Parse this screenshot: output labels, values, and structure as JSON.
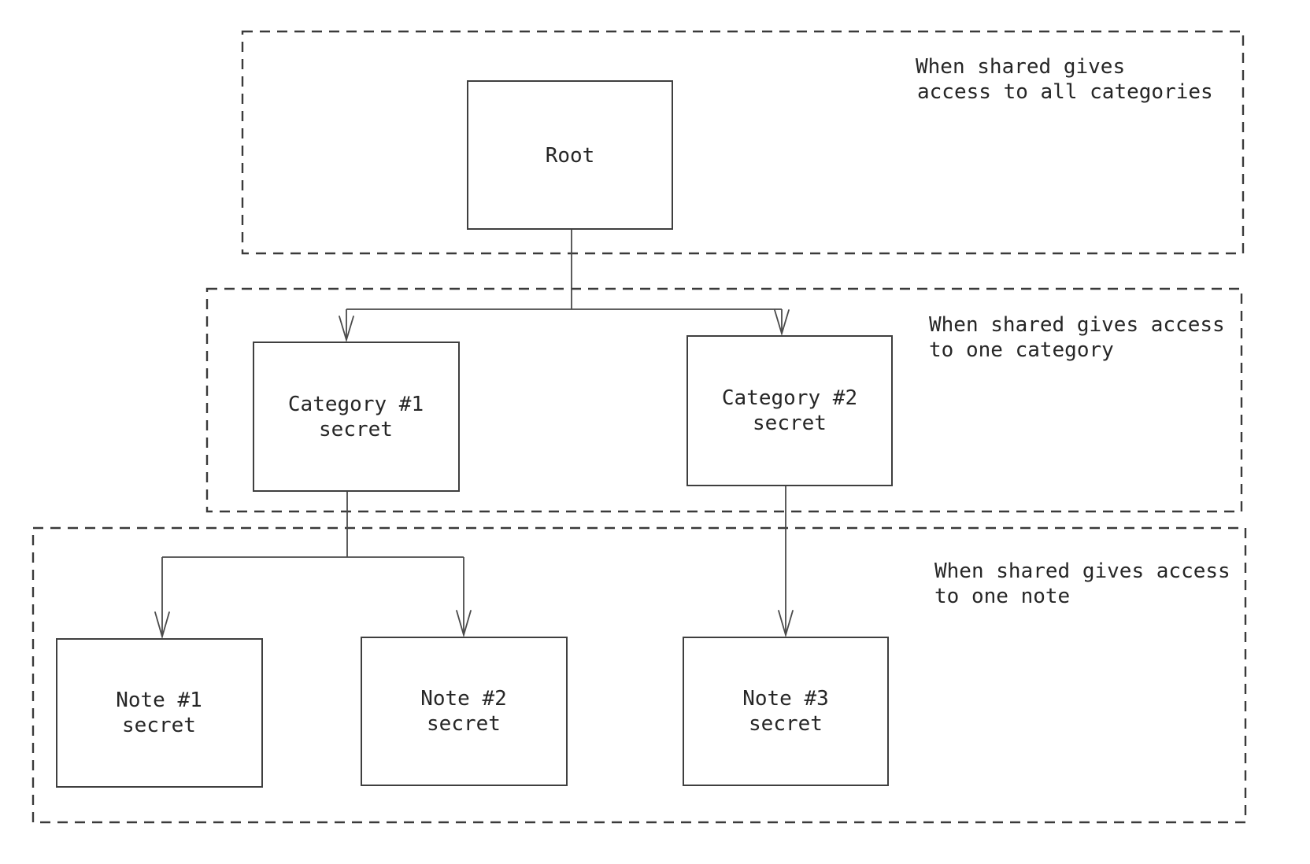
{
  "diagram": {
    "background_color": "#ffffff",
    "stroke_color": "#3f3f3f",
    "text_color": "#262626",
    "regions": [
      {
        "id": "all-categories",
        "label_line1": "When shared gives",
        "label_line2": "access to all categories"
      },
      {
        "id": "one-category",
        "label_line1": "When shared gives access",
        "label_line2": "to one category"
      },
      {
        "id": "one-note",
        "label_line1": "When shared gives access",
        "label_line2": "to one note"
      }
    ],
    "nodes": [
      {
        "id": "root",
        "line1": "Root",
        "line2": ""
      },
      {
        "id": "category-1",
        "line1": "Category #1",
        "line2": "secret"
      },
      {
        "id": "category-2",
        "line1": "Category #2",
        "line2": "secret"
      },
      {
        "id": "note-1",
        "line1": "Note #1",
        "line2": "secret"
      },
      {
        "id": "note-2",
        "line1": "Note #2",
        "line2": "secret"
      },
      {
        "id": "note-3",
        "line1": "Note #3",
        "line2": "secret"
      }
    ]
  }
}
